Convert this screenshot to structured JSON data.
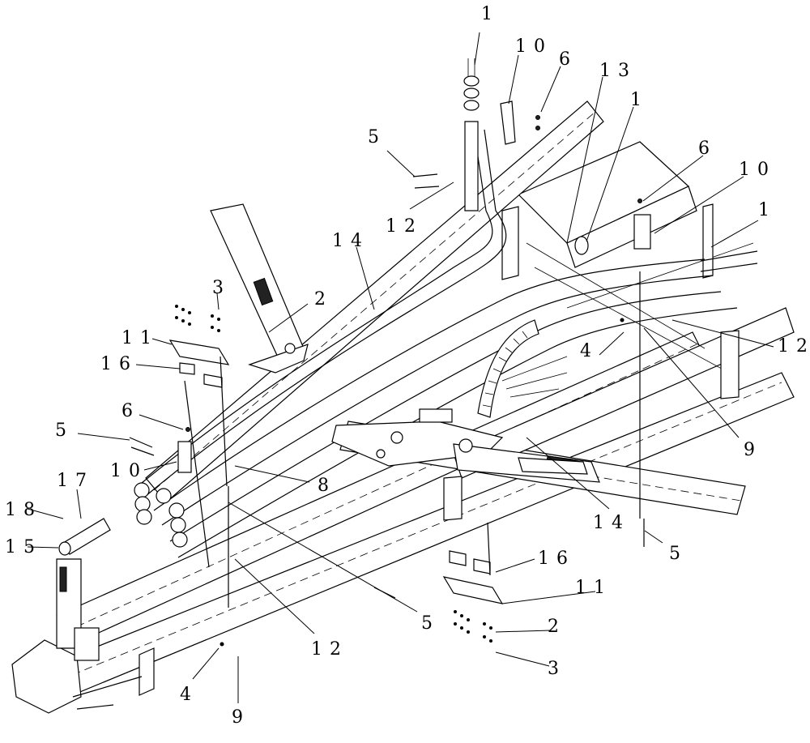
{
  "callouts": [
    {
      "id": "c1a",
      "text": "1"
    },
    {
      "id": "c10a",
      "text": "10"
    },
    {
      "id": "c6a",
      "text": "6"
    },
    {
      "id": "c13",
      "text": "13"
    },
    {
      "id": "c1b",
      "text": "1"
    },
    {
      "id": "c6b",
      "text": "6"
    },
    {
      "id": "c10b",
      "text": "10"
    },
    {
      "id": "c1c",
      "text": "1"
    },
    {
      "id": "c5a",
      "text": "5"
    },
    {
      "id": "c12a",
      "text": "12"
    },
    {
      "id": "c14a",
      "text": "14"
    },
    {
      "id": "c2a",
      "text": "2"
    },
    {
      "id": "c3a",
      "text": "3"
    },
    {
      "id": "c11a",
      "text": "11"
    },
    {
      "id": "c16a",
      "text": "16"
    },
    {
      "id": "c12b",
      "text": "12"
    },
    {
      "id": "c4a",
      "text": "4"
    },
    {
      "id": "c9a",
      "text": "9"
    },
    {
      "id": "c6c",
      "text": "6"
    },
    {
      "id": "c5b",
      "text": "5"
    },
    {
      "id": "c10c",
      "text": "10"
    },
    {
      "id": "c8",
      "text": "8"
    },
    {
      "id": "c17",
      "text": "17"
    },
    {
      "id": "c18",
      "text": "18"
    },
    {
      "id": "c15",
      "text": "15"
    },
    {
      "id": "c14b",
      "text": "14"
    },
    {
      "id": "c5c",
      "text": "5"
    },
    {
      "id": "c16b",
      "text": "16"
    },
    {
      "id": "c11b",
      "text": "11"
    },
    {
      "id": "c5d",
      "text": "5"
    },
    {
      "id": "c2b",
      "text": "2"
    },
    {
      "id": "c3b",
      "text": "3"
    },
    {
      "id": "c12c",
      "text": "12"
    },
    {
      "id": "c4b",
      "text": "4"
    },
    {
      "id": "c9b",
      "text": "9"
    }
  ]
}
